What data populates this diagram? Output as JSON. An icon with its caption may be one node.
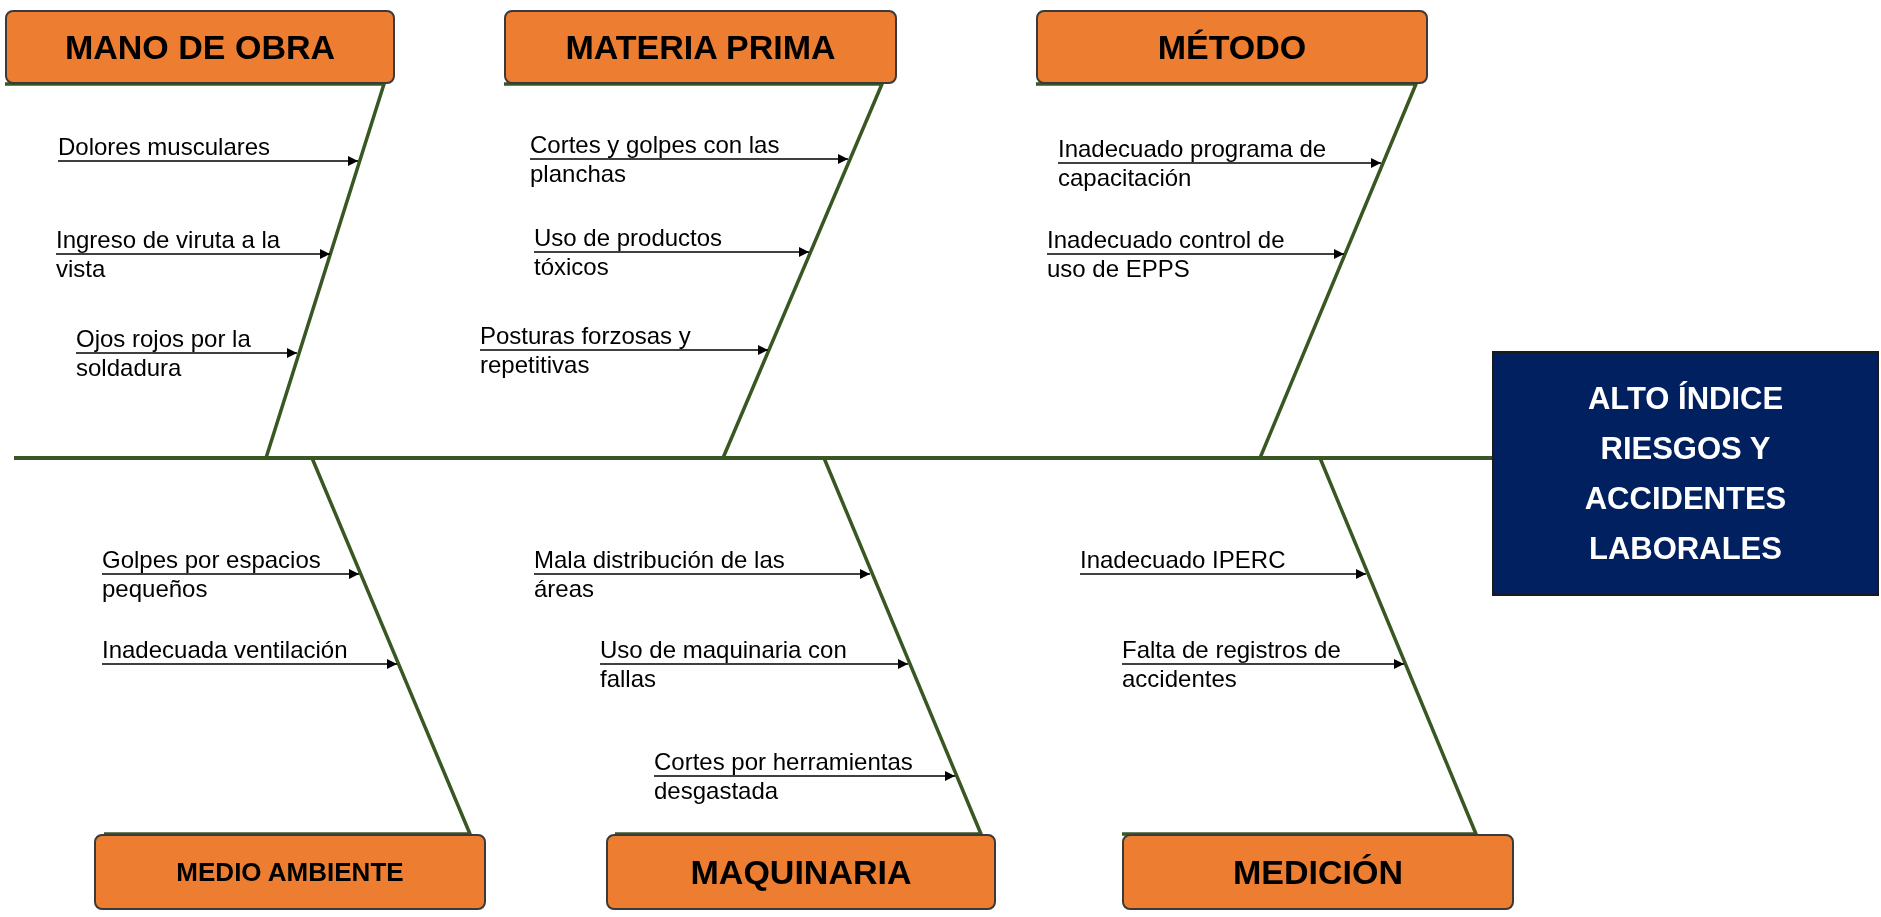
{
  "diagram": {
    "nodes": [
      {
        "text": [
          "MANO DE OBRA"
        ]
      },
      {
        "text": [
          "MATERIA PRIMA"
        ]
      },
      {
        "text": [
          "MÉTODO"
        ]
      },
      {
        "text": [
          "ALTO ÍNDICE RIESGOS Y ACCIDENTES LABORALES"
        ]
      },
      {
        "text": [
          "MEDIO AMBIENTE"
        ]
      },
      {
        "text": [
          "MAQUINARIA"
        ]
      },
      {
        "text": [
          "MEDICIÓN"
        ]
      },
      {
        "text": [
          "Dolores musculares"
        ]
      },
      {
        "text": [
          "Ingreso de viruta a la vista"
        ]
      },
      {
        "text": [
          "Ojos rojos por la soldadura"
        ]
      },
      {
        "text": [
          "Cortes y golpes con las planchas"
        ]
      },
      {
        "text": [
          "Uso de productos tóxicos"
        ]
      },
      {
        "text": [
          "Posturas forzosas y repetitivas"
        ]
      },
      {
        "text": [
          "Inadecuado programa de capacitación"
        ]
      },
      {
        "text": [
          "Inadecuado control de uso de EPPS"
        ]
      },
      {
        "text": [
          "Golpes por espacios pequeños"
        ]
      },
      {
        "text": [
          "Inadecuada ventilación"
        ]
      },
      {
        "text": [
          "Mala distribución de las áreas"
        ]
      },
      {
        "text": [
          "Uso de maquinaria con fallas"
        ]
      },
      {
        "text": [
          "Cortes por herramientas desgastada"
        ]
      },
      {
        "text": [
          "Inadecuado IPERC"
        ]
      },
      {
        "text": [
          "Falta de registros de accidentes"
        ]
      }
    ],
    "edges": [
      {
        "from": 0,
        "to": 3,
        "arrow": "none",
        "color": "#385723"
      },
      {
        "from": 1,
        "to": 3,
        "arrow": "none",
        "color": "#385723"
      },
      {
        "from": 2,
        "to": 3,
        "arrow": "none",
        "color": "#385723"
      },
      {
        "from": 4,
        "to": 3,
        "arrow": "none",
        "color": "#385723"
      },
      {
        "from": 5,
        "to": 3,
        "arrow": "none",
        "color": "#385723"
      },
      {
        "from": 6,
        "to": 3,
        "arrow": "none",
        "color": "#385723"
      },
      {
        "from": 7,
        "to": null,
        "arrow": "to"
      },
      {
        "from": 8,
        "to": null,
        "arrow": "to"
      },
      {
        "from": 9,
        "to": null,
        "arrow": "to"
      },
      {
        "from": 10,
        "to": null,
        "arrow": "to"
      },
      {
        "from": 11,
        "to": null,
        "arrow": "to"
      },
      {
        "from": 12,
        "to": null,
        "arrow": "to"
      },
      {
        "from": 13,
        "to": null,
        "arrow": "to"
      },
      {
        "from": 14,
        "to": null,
        "arrow": "to"
      },
      {
        "from": 15,
        "to": null,
        "arrow": "to"
      },
      {
        "from": 16,
        "to": null,
        "arrow": "to"
      },
      {
        "from": 17,
        "to": null,
        "arrow": "to"
      },
      {
        "from": 18,
        "to": null,
        "arrow": "to"
      },
      {
        "from": 19,
        "to": null,
        "arrow": "to"
      },
      {
        "from": 20,
        "to": null,
        "arrow": "to"
      },
      {
        "from": 21,
        "to": null,
        "arrow": "to"
      }
    ]
  }
}
